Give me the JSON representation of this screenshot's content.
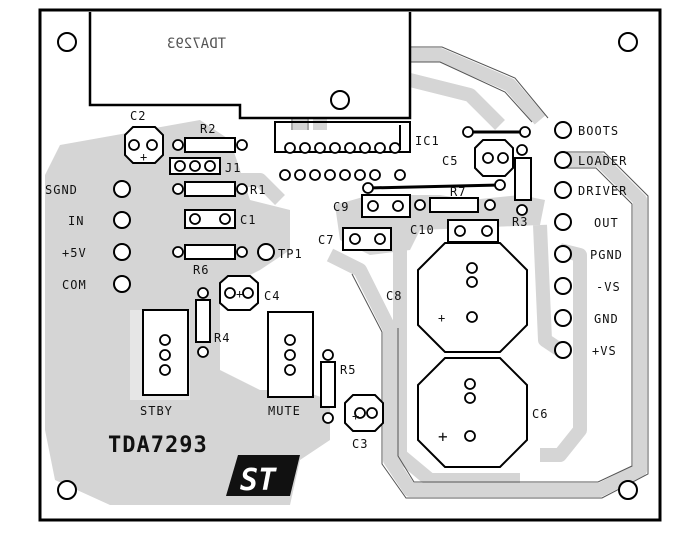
{
  "board": {
    "title": "TDA7293",
    "mirrored_text": "TDA7293",
    "logo_text": "ST"
  },
  "connectors": {
    "left": [
      "SGND",
      "IN",
      "+5V",
      "COM"
    ],
    "right": [
      "BOOTS",
      "LOADER",
      "DRIVER",
      "OUT",
      "PGND",
      "-VS",
      "GND",
      "+VS"
    ]
  },
  "components": {
    "C2": "C2",
    "R2": "R2",
    "J1": "J1",
    "R1": "R1",
    "C1": "C1",
    "R6": "R6",
    "TP1": "TP1",
    "C4": "C4",
    "R4": "R4",
    "STBY": "STBY",
    "MUTE": "MUTE",
    "R5": "R5",
    "C3": "C3",
    "IC1": "IC1",
    "C5": "C5",
    "R7": "R7",
    "R3": "R3",
    "C9": "C9",
    "C7": "C7",
    "C10": "C10",
    "C8": "C8",
    "C6": "C6"
  },
  "colors": {
    "board": "#ffffff",
    "copper": "#d4d4d4",
    "ink": "#111111",
    "outline": "#000000"
  }
}
